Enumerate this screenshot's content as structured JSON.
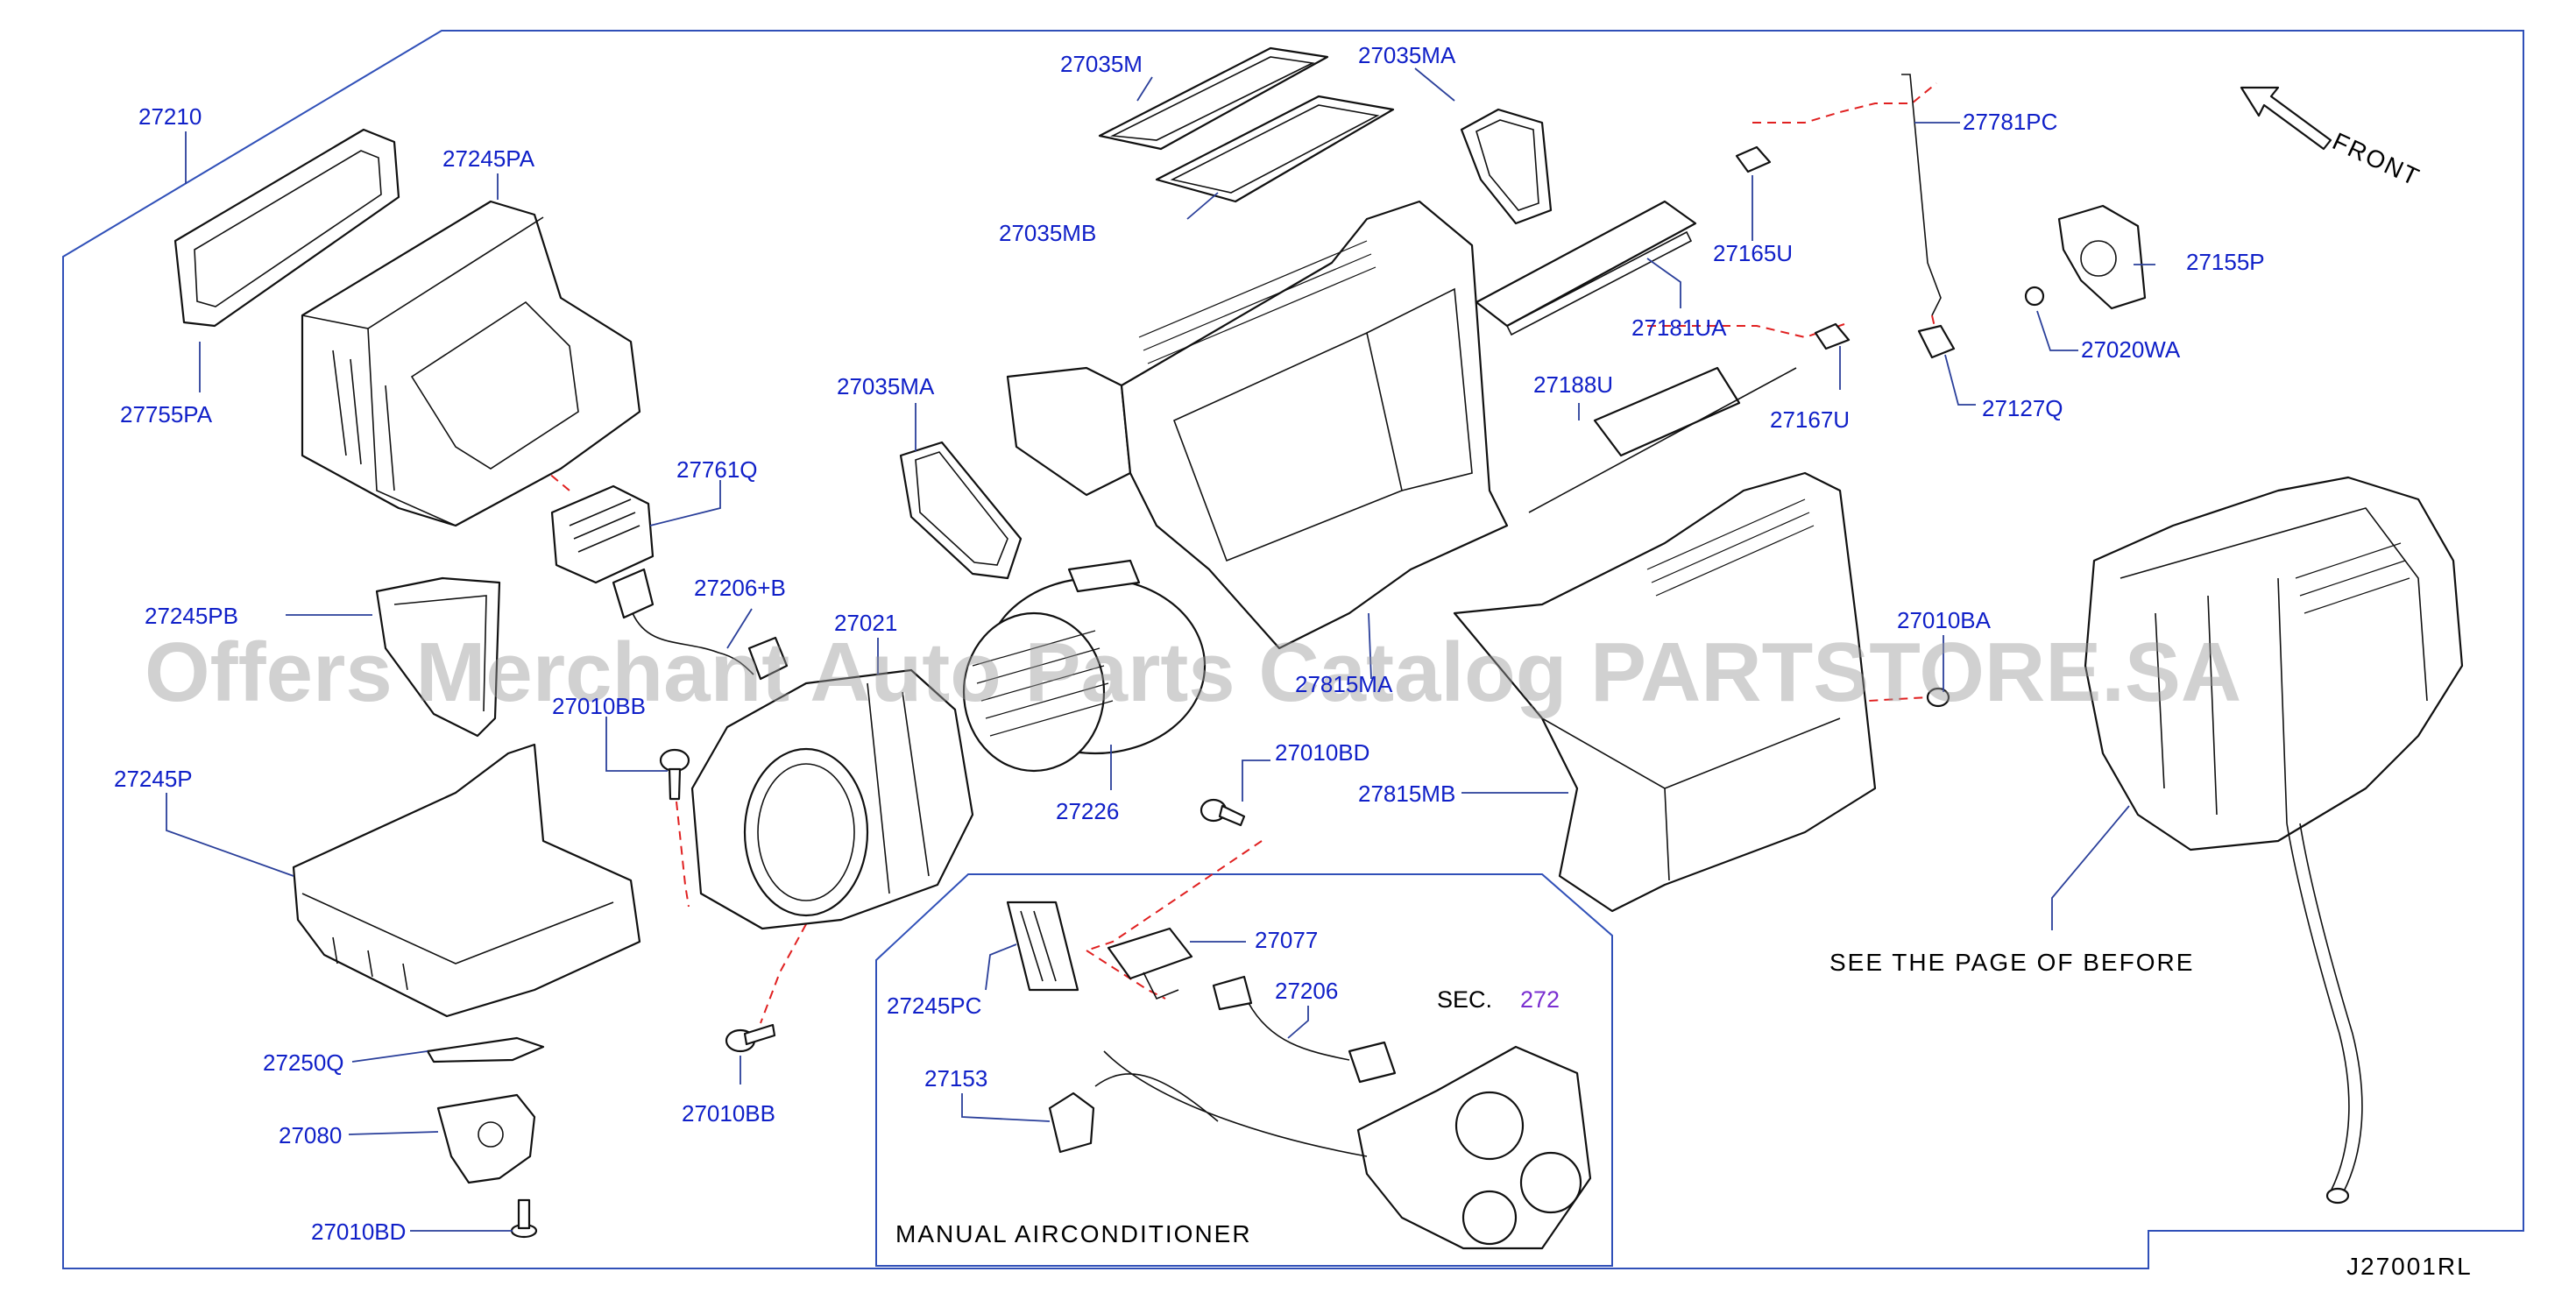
{
  "labels": {
    "p27210": "27210",
    "p27245PA": "27245PA",
    "p27755PA": "27755PA",
    "p27035M": "27035M",
    "p27035MA_top": "27035MA",
    "p27035MB": "27035MB",
    "p27781PC": "27781PC",
    "p27165U": "27165U",
    "p27155P": "27155P",
    "p27181UA": "27181UA",
    "p27020WA": "27020WA",
    "p27035MA_left": "27035MA",
    "p27188U": "27188U",
    "p27167U": "27167U",
    "p27127Q": "27127Q",
    "p27761Q": "27761Q",
    "p27206plusB": "27206+B",
    "p27245PB": "27245PB",
    "p27021": "27021",
    "p27815MA": "27815MA",
    "p27010BA": "27010BA",
    "p27010BB_top": "27010BB",
    "p27010BD_mid": "27010BD",
    "p27245P": "27245P",
    "p27226": "27226",
    "p27815MB": "27815MB",
    "p27077": "27077",
    "p27245PC": "27245PC",
    "p27206": "27206",
    "p27250Q": "27250Q",
    "p27153": "27153",
    "p27080": "27080",
    "p27010BB_bottom": "27010BB",
    "p27010BD_bottom": "27010BD"
  },
  "sec_label": "SEC.",
  "sec_number": "272",
  "front_label": "FRONT",
  "see_page_note": "SEE  THE  PAGE  OF  BEFORE",
  "manual_ac_label": "MANUAL   AIRCONDITIONER",
  "diagram_code": "J27001RL",
  "watermark": "Offers Merchant Auto Parts Catalog PARTSTORE.SA",
  "colors": {
    "label_blue": "#1020c8",
    "frame_blue": "#3050b8",
    "dash_red": "#e02020",
    "sec_purple": "#7a2fd0",
    "watermark_gray": "#9a9a9a"
  }
}
